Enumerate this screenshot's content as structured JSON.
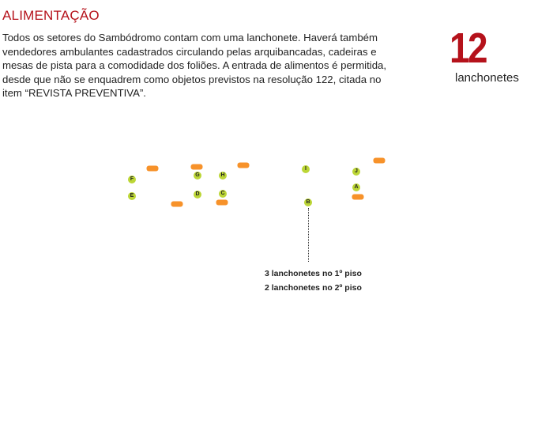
{
  "header": {
    "title": "ALIMENTAÇÃO",
    "body": "Todos os setores do Sambódromo contam com uma lanchonete. Haverá também vendedores ambulantes cadastrados circulando pelas arquibancadas, cadeiras e mesas de pista para a comodidade dos foliões. A entrada de alimentos é permitida, desde que não se enquadrem como objetos previstos na resolução 122, citada no item “REVISTA PREVENTIVA”."
  },
  "stat": {
    "value": "12",
    "label": "lanchonetes"
  },
  "sectors": [
    "F",
    "E",
    "G",
    "D",
    "H",
    "C",
    "I",
    "J",
    "A",
    "B"
  ],
  "notes": [
    "3 lanchonetes no 1º piso",
    "2 lanchonetes no 2º piso"
  ],
  "colors": {
    "accent": "#b5121b",
    "sector": "#bcd636",
    "snack": "#f7922a"
  }
}
